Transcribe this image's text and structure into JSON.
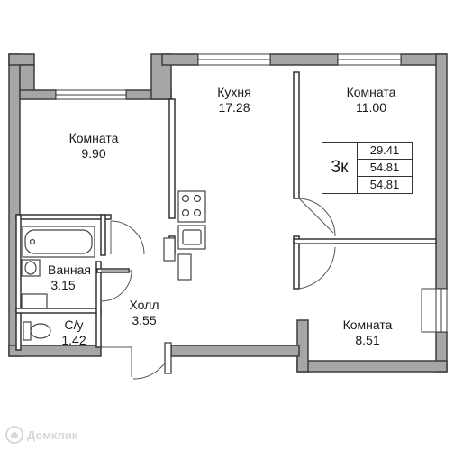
{
  "rooms": {
    "kitchen": {
      "name": "Кухня",
      "area": "17.28"
    },
    "room_left": {
      "name": "Комната",
      "area": "9.90"
    },
    "room_top_right": {
      "name": "Комната",
      "area": "11.00"
    },
    "room_bottom_right": {
      "name": "Комната",
      "area": "8.51"
    },
    "bathroom": {
      "name": "Ванная",
      "area": "3.15"
    },
    "toilet": {
      "name": "С/у",
      "area": "1.42"
    },
    "hall": {
      "name": "Холл",
      "area": "3.55"
    }
  },
  "summary": {
    "type": "3к",
    "living_area": "29.41",
    "total_area": "54.81",
    "total_area_2": "54.81"
  },
  "watermark": {
    "text": "Домклик"
  },
  "colors": {
    "wall": "#4a4a4a",
    "wall_fill": "#9e9e9e",
    "line": "#333333",
    "watermark": "#d9d9d9"
  }
}
